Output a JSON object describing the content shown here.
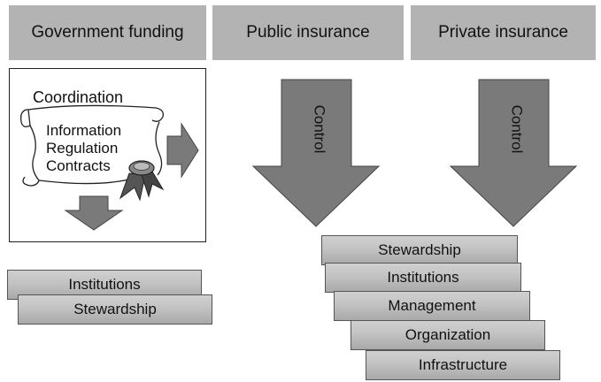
{
  "headers": {
    "government_funding": "Government funding",
    "public_insurance": "Public insurance",
    "private_insurance": "Private insurance"
  },
  "coordination": {
    "title": "Coordination",
    "items": [
      "Information",
      "Regulation",
      "Contracts"
    ]
  },
  "arrows": {
    "public_label": "Control",
    "private_label": "Control"
  },
  "left_stack": [
    "Institutions",
    "Stewardship"
  ],
  "right_stack": [
    "Stewardship",
    "Institutions",
    "Management",
    "Organization",
    "Infrastructure"
  ],
  "colors": {
    "box_fill": "#b3b3b3",
    "arrow_fill": "#7a7a7a",
    "step_fill": "#c2c2c2"
  }
}
